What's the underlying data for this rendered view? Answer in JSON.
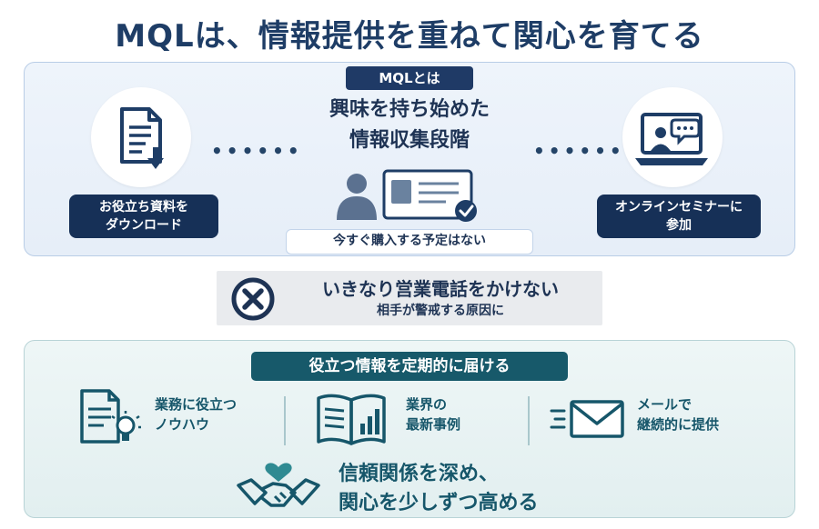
{
  "title": "MQLは、情報提供を重ねて関心を育てる",
  "top": {
    "tag": "MQLとは",
    "center_line1": "興味を持ち始めた",
    "center_line2": "情報収集段階",
    "dots_left": "••••••",
    "dots_right": "••••••",
    "left_pill_line1": "お役立ち資料を",
    "left_pill_line2": "ダウンロード",
    "right_pill_line1": "オンラインセミナーに",
    "right_pill_line2": "参加",
    "note": "今すぐ購入する予定はない"
  },
  "warning": {
    "main": "いきなり営業電話をかけない",
    "sub": "相手が警戒する原因に"
  },
  "bottom": {
    "tag": "役立つ情報を定期的に届ける",
    "features": [
      {
        "line1": "業務に役立つ",
        "line2": "ノウハウ"
      },
      {
        "line1": "業界の",
        "line2": "最新事例"
      },
      {
        "line1": "メールで",
        "line2": "継続的に提供"
      }
    ],
    "conclusion_line1": "信頼関係を深め、",
    "conclusion_line2": "関心を少しずつ高める"
  },
  "colors": {
    "navy": "#1f3a66",
    "teal": "#17596a",
    "heart": "#2f8a92"
  }
}
